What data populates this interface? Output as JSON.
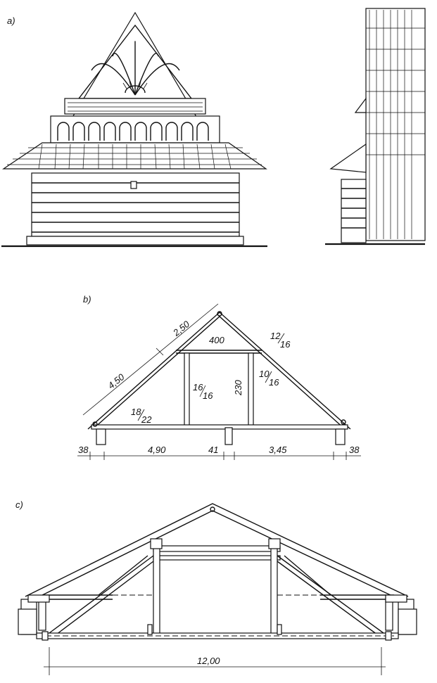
{
  "figure": {
    "panels": [
      {
        "id": "a",
        "label": "a)"
      },
      {
        "id": "b",
        "label": "b)"
      },
      {
        "id": "c",
        "label": "c)"
      }
    ],
    "section_b": {
      "slope_upper": "2,50",
      "slope_lower": "4,50",
      "collar_beam": "400",
      "rafter_right": {
        "num": "12",
        "den": "16"
      },
      "strut_right": {
        "num": "10",
        "den": "16"
      },
      "post": {
        "num": "16",
        "den": "16"
      },
      "post_height": "230",
      "rafter_left": {
        "num": "18",
        "den": "22"
      },
      "base_dims": [
        "38",
        "4,90",
        "41",
        "3,45",
        "38"
      ]
    },
    "section_c": {
      "span": "12,00"
    }
  }
}
